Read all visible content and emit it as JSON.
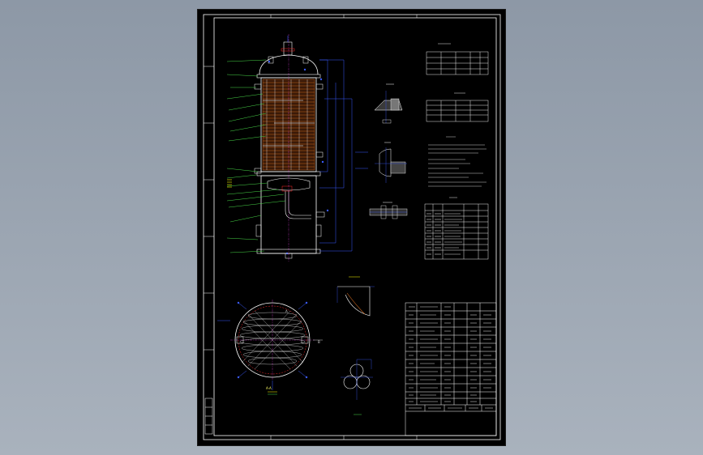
{
  "viewer": {
    "background_top": "#8d98a6",
    "background_bottom": "#a9b2bd"
  },
  "sheet": {
    "background": "#000000",
    "stroke_white": "#ffffff",
    "stroke_yellow": "#ffff00",
    "stroke_cyan": "#33ccff",
    "stroke_blue": "#3b5bff",
    "stroke_red": "#ff2b2b",
    "stroke_copper": "#d2691e",
    "stroke_green": "#48d848",
    "stroke_magenta": "#ff44ff"
  },
  "labels": {
    "section_mark_a": "A",
    "section_mark_b": "B",
    "view_label": "A-A"
  }
}
